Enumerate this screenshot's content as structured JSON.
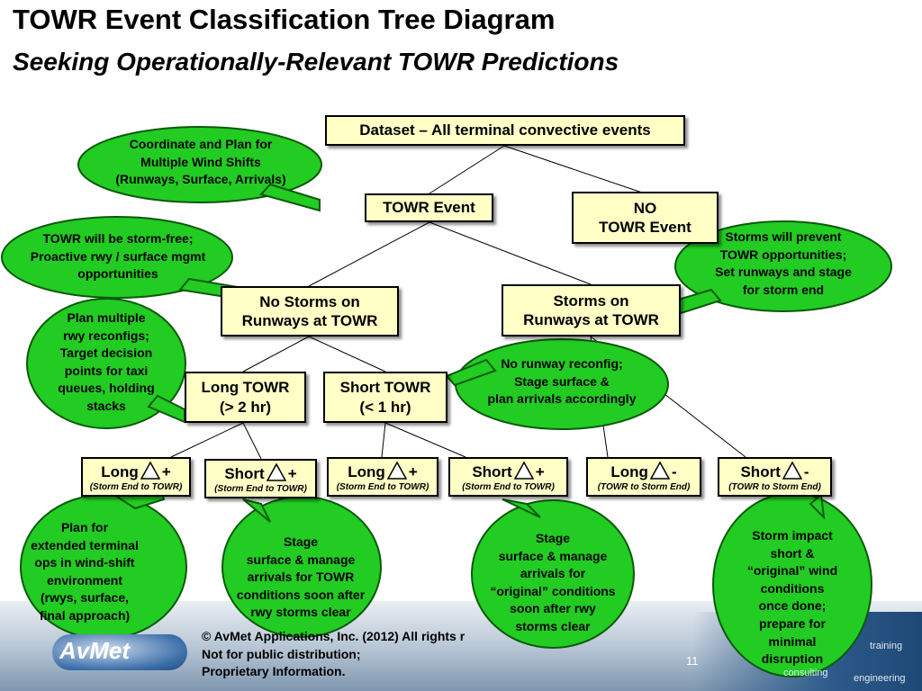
{
  "header": {
    "title": "TOWR Event Classification Tree Diagram",
    "subtitle": "Seeking Operationally-Relevant TOWR Predictions"
  },
  "tree": {
    "root": "Dataset – All terminal convective events",
    "towr_event": "TOWR Event",
    "no_towr_line1": "NO",
    "no_towr_line2": "TOWR Event",
    "no_storms_line1": "No Storms on",
    "no_storms_line2": "Runways at TOWR",
    "storms_line1": "Storms on",
    "storms_line2": "Runways at TOWR",
    "long_towr_line1": "Long TOWR",
    "long_towr_line2": "(> 2 hr)",
    "short_towr_line1": "Short TOWR",
    "short_towr_line2": "(< 1 hr)",
    "leaves": [
      {
        "label": "Long",
        "sign": "+",
        "note": "(Storm End to TOWR)"
      },
      {
        "label": "Short",
        "sign": "+",
        "note": "(Storm End to TOWR)"
      },
      {
        "label": "Long",
        "sign": "+",
        "note": "(Storm End to TOWR)"
      },
      {
        "label": "Short",
        "sign": "+",
        "note": "(Storm End to TOWR)"
      },
      {
        "label": "Long",
        "sign": "-",
        "note": "(TOWR to Storm End)"
      },
      {
        "label": "Short",
        "sign": "-",
        "note": "(TOWR to Storm End)"
      }
    ]
  },
  "bubbles": {
    "wind_shifts": [
      "Coordinate and Plan for",
      "Multiple Wind Shifts",
      "(Runways, Surface, Arrivals)"
    ],
    "storm_free": [
      "TOWR will be storm-free;",
      "Proactive rwy / surface mgmt",
      "opportunities"
    ],
    "prevent": [
      "Storms will prevent",
      "TOWR opportunities;",
      "Set runways and stage",
      "for storm end"
    ],
    "plan_multiple": [
      "Plan multiple",
      "rwy reconfigs;",
      "Target decision",
      "points for taxi",
      "queues, holding",
      "stacks"
    ],
    "no_reconfig": [
      "No runway reconfig;",
      "Stage surface &",
      "plan arrivals accordingly"
    ],
    "extended": [
      "Plan for",
      "extended terminal",
      "ops in wind-shift",
      "environment",
      "(rwys, surface,",
      "final approach)"
    ],
    "stage_towr": [
      "Stage",
      "surface & manage",
      "arrivals for TOWR",
      "conditions soon after",
      "rwy storms clear"
    ],
    "stage_original": [
      "Stage",
      "surface & manage",
      "arrivals for",
      "“original” conditions",
      "soon after rwy",
      "storms clear"
    ],
    "storm_impact": [
      "Storm impact",
      "short &",
      "“original” wind",
      "conditions",
      "once done;",
      "prepare for",
      "minimal",
      "disruption"
    ]
  },
  "footer": {
    "copyright_line1": "© AvMet Applications, Inc. (2012) All rights r",
    "copyright_line2": "Not for public distribution;",
    "copyright_line3": "Proprietary Information.",
    "logo": "AvMet",
    "page_number": "11",
    "brand1": "training",
    "brand2": "consulting",
    "brand3": "engineering"
  },
  "colors": {
    "node_fill": "#ffffc6",
    "bubble_fill": "#22cc22",
    "bubble_stroke": "#0a5a0a"
  }
}
